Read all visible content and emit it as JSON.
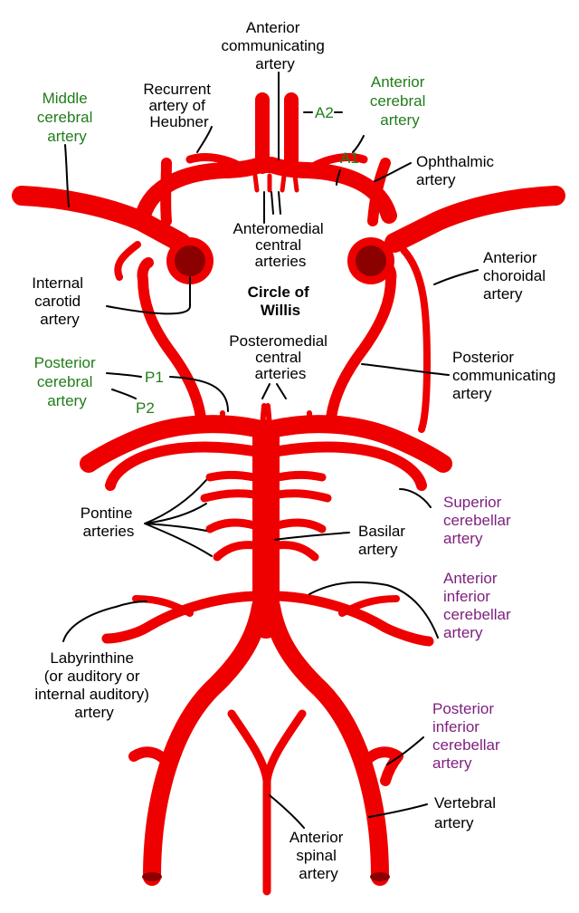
{
  "colors": {
    "artery": "#ee0000",
    "lumen": "#8b0000",
    "leader": "#000000",
    "cerebral_label": "#217d1a",
    "cerebellar_label": "#7d1f7e"
  },
  "title": [
    "Circle of",
    "Willis"
  ],
  "labels": {
    "anterior_communicating": [
      "Anterior",
      "communicating",
      "artery"
    ],
    "recurrent_heubner": [
      "Recurrent",
      "artery of",
      "Heubner"
    ],
    "middle_cerebral": [
      "Middle",
      "cerebral",
      "artery"
    ],
    "anterior_cerebral": [
      "Anterior",
      "cerebral",
      "artery"
    ],
    "a2": "A2",
    "a1": "A1",
    "ophthalmic": [
      "Ophthalmic",
      "artery"
    ],
    "anteromedial_central": [
      "Anteromedial",
      "central",
      "arteries"
    ],
    "internal_carotid": [
      "Internal",
      "carotid",
      "artery"
    ],
    "anterior_choroidal": [
      "Anterior",
      "choroidal",
      "artery"
    ],
    "posteromedial_central": [
      "Posteromedial",
      "central",
      "arteries"
    ],
    "posterior_cerebral": [
      "Posterior",
      "cerebral",
      "artery"
    ],
    "p1": "P1",
    "p2": "P2",
    "posterior_communicating": [
      "Posterior",
      "communicating",
      "artery"
    ],
    "pontine": [
      "Pontine",
      "arteries"
    ],
    "basilar": [
      "Basilar",
      "artery"
    ],
    "superior_cerebellar": [
      "Superior",
      "cerebellar",
      "artery"
    ],
    "anterior_inferior_cerebellar": [
      "Anterior",
      "inferior",
      "cerebellar",
      "artery"
    ],
    "labyrinthine": [
      "Labyrinthine",
      "(or auditory or",
      "internal auditory)",
      "artery"
    ],
    "posterior_inferior_cerebellar": [
      "Posterior",
      "inferior",
      "cerebellar",
      "artery"
    ],
    "vertebral": [
      "Vertebral",
      "artery"
    ],
    "anterior_spinal": [
      "Anterior",
      "spinal",
      "artery"
    ]
  }
}
